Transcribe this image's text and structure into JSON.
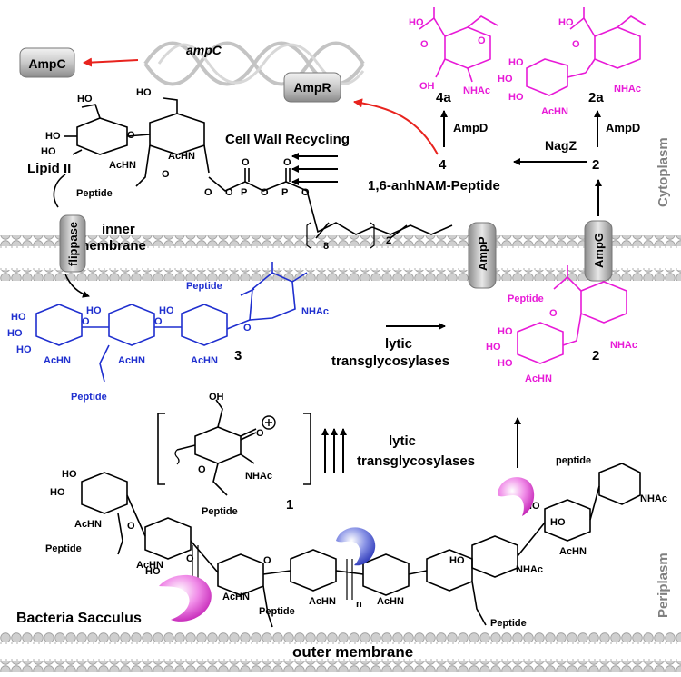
{
  "labels": {
    "ampC_gene": "ampC",
    "AmpC": "AmpC",
    "AmpR": "AmpR",
    "cell_wall_recycling": "Cell Wall Recycling",
    "lipid_ii": "Lipid II",
    "peptide": "Peptide",
    "peptide_lc": "peptide",
    "achn": "AcHN",
    "nhac": "NHAc",
    "inner_membrane_1": "inner",
    "inner_membrane_2": "membrane",
    "flippase": "flippase",
    "AmpP": "AmpP",
    "AmpG": "AmpG",
    "cytoplasm": "Cytoplasm",
    "periplasm": "Periplasm",
    "n4": "4",
    "n4a": "4a",
    "n2": "2",
    "n2a": "2a",
    "n3": "3",
    "n1": "1",
    "ampD_1": "AmpD",
    "ampD_2": "AmpD",
    "nagZ": "NagZ",
    "anhnam": "1,6-anhNAM-Peptide",
    "lytic1_a": "lytic",
    "lytic1_b": "transglycosylases",
    "lytic2_a": "lytic",
    "lytic2_b": "transglycosylases",
    "bacteria_sacculus": "Bacteria Sacculus",
    "outer_membrane": "outer membrane",
    "ho": "HO",
    "oh": "OH",
    "o": "O",
    "p": "P",
    "n_sub": "n",
    "sub_8": "8",
    "sub_2": "2"
  },
  "colors": {
    "magenta": "#e81ad7",
    "blue": "#1f2fcf",
    "red_arrow": "#e8231e",
    "membrane_grey": "#b5b5b5",
    "protein_grey": "#9c9c9c",
    "label_grey": "#808080"
  }
}
